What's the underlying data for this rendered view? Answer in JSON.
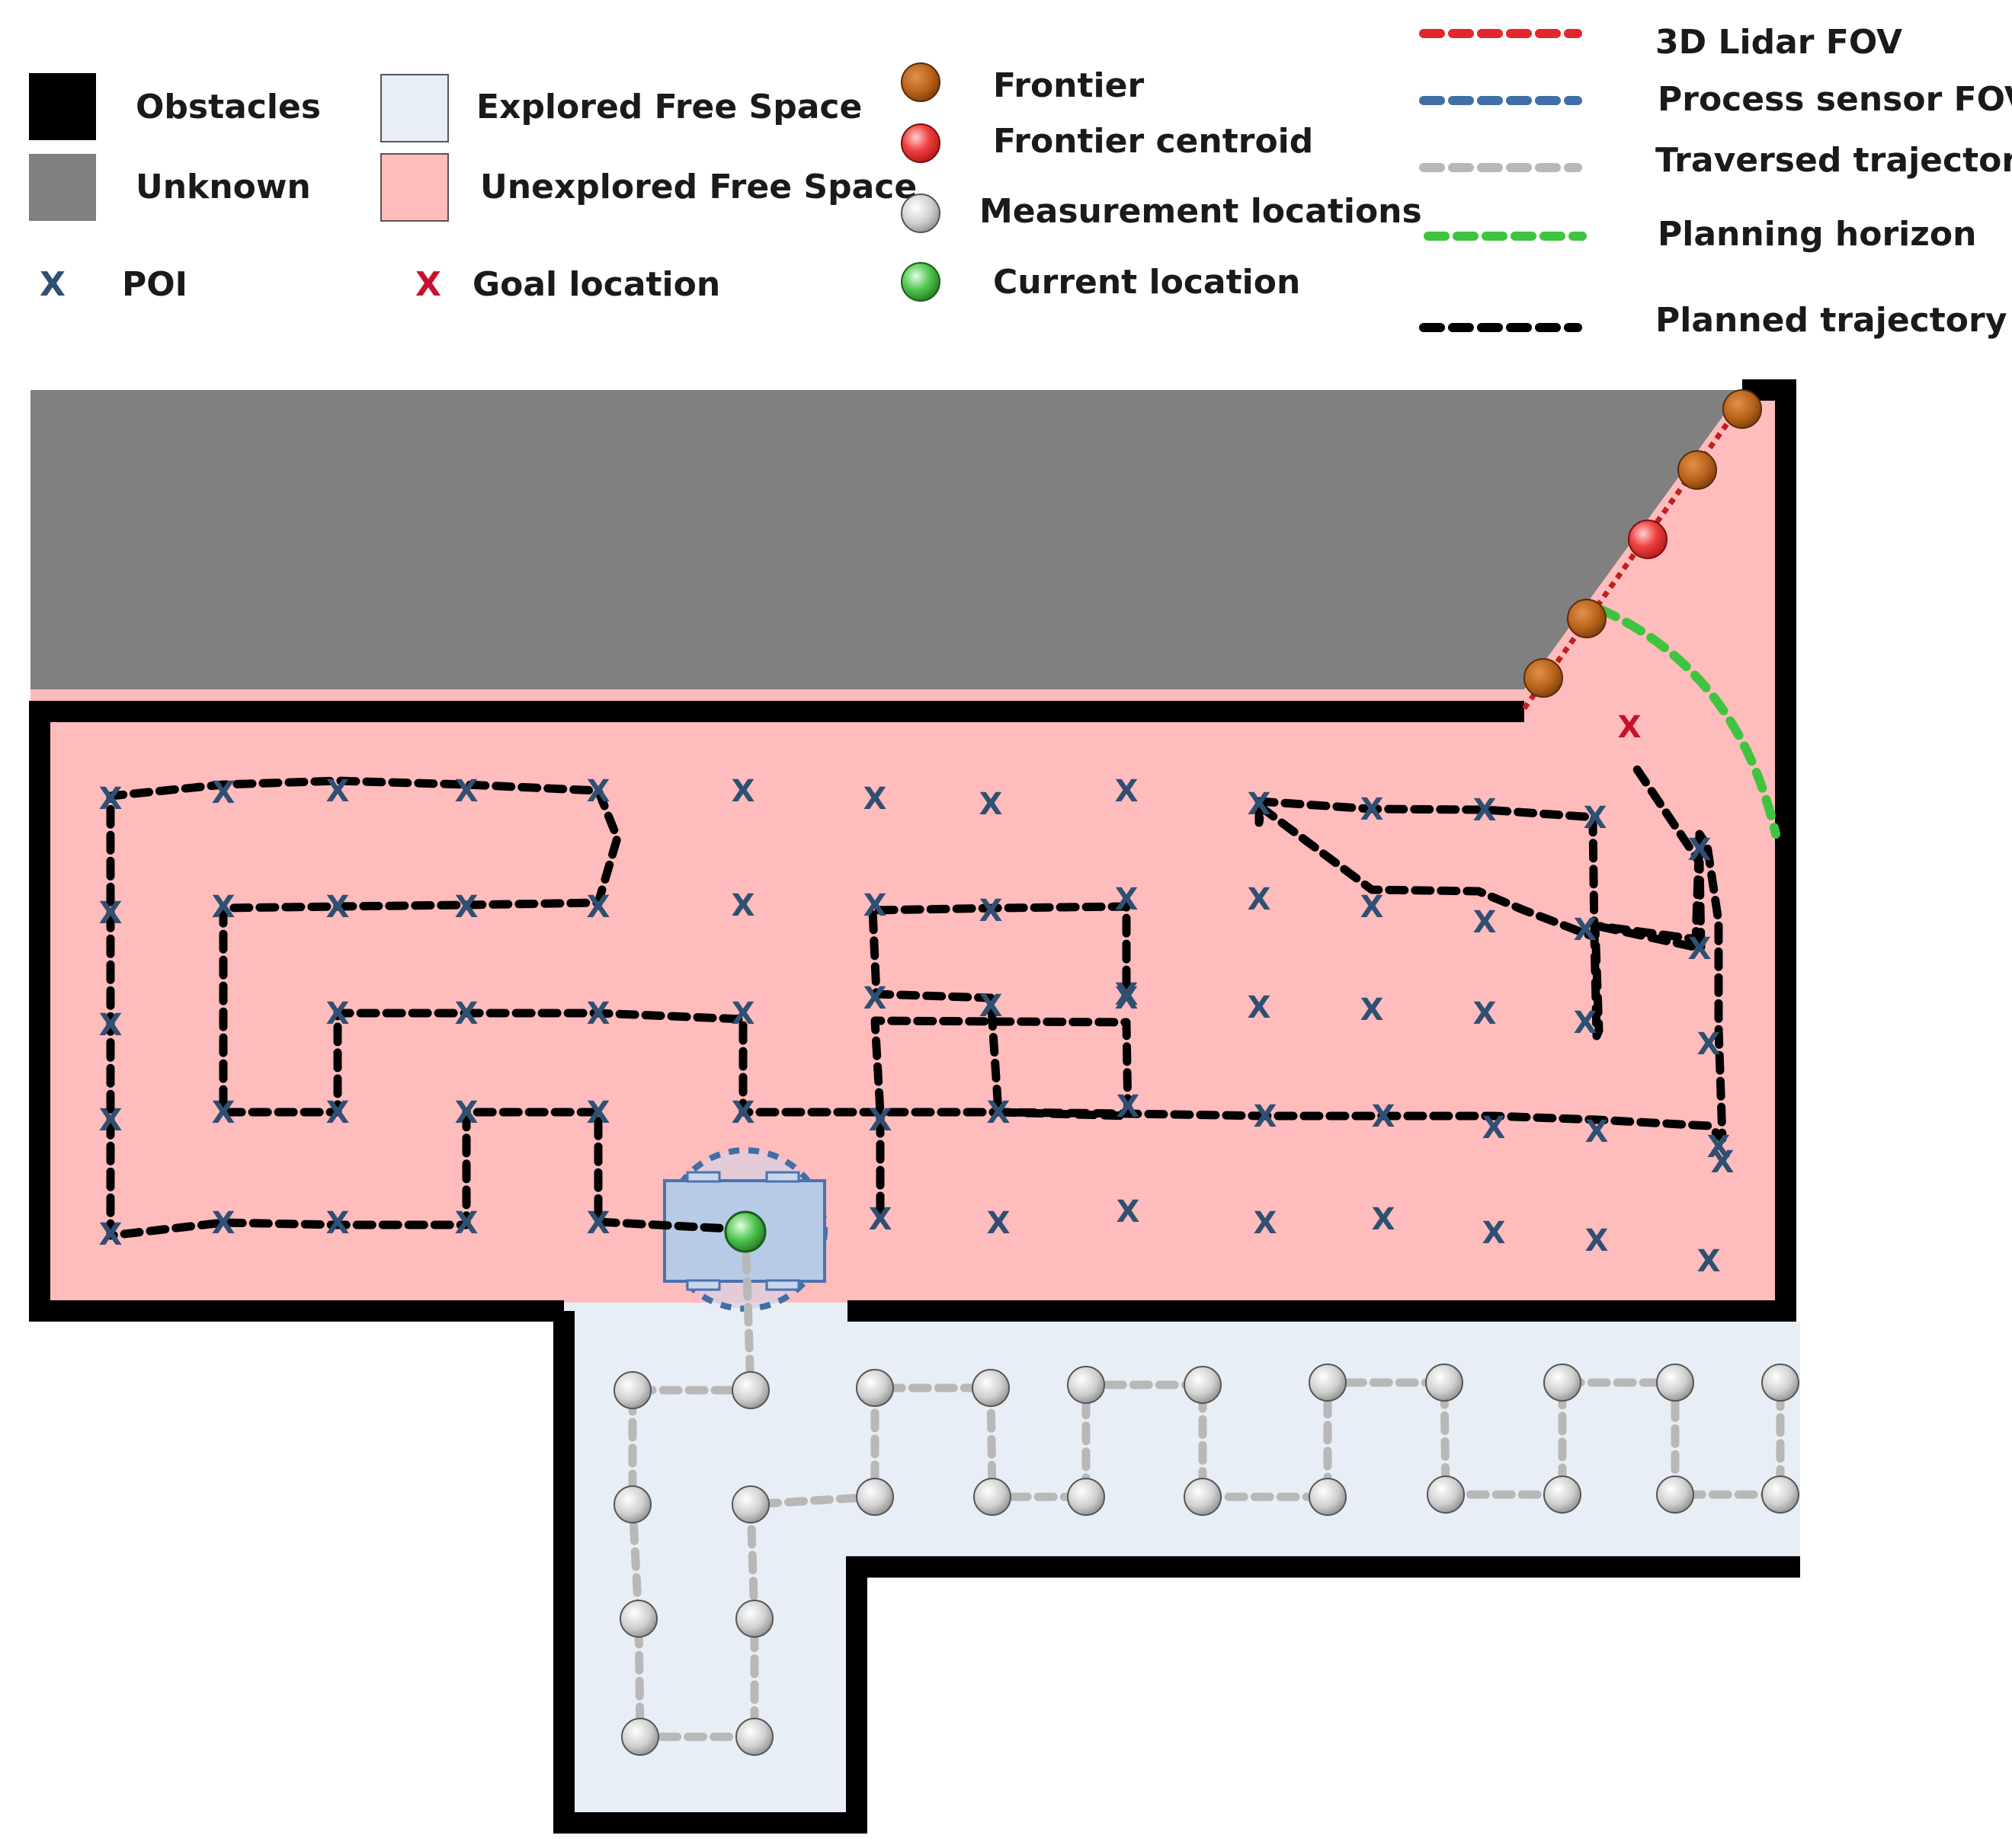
{
  "colors": {
    "obstacle": "#000000",
    "unknown": "#808080",
    "explored": "#e8eef6",
    "unexplored": "#ffbcbc",
    "poi": "#2f4f73",
    "goal": "#c8102e",
    "frontier": "#b8621b",
    "frontier_centroid": "#f04040",
    "measurement": "#cfcfcf",
    "current": "#4cc24c",
    "lidar_fov": "#e3262b",
    "process_fov": "#3f6fa6",
    "traversed": "#b8b8b8",
    "planning_horizon": "#3fc43f",
    "planned": "#000000",
    "robot_body": "#b7cbe6",
    "robot_edge": "#4a72b0"
  },
  "legend": {
    "obstacles": "Obstacles",
    "unknown": "Unknown",
    "explored": "Explored Free Space",
    "unexplored": "Unexplored Free Space",
    "poi_symbol": "X",
    "poi": "POI",
    "goal_symbol": "X",
    "goal": "Goal location",
    "frontier": "Frontier",
    "frontier_centroid": "Frontier centroid",
    "measurement": "Measurement locations",
    "current": "Current location",
    "lidar_fov": "3D Lidar FOV",
    "process_fov": "Process sensor FOV",
    "traversed": "Traversed trajectory",
    "planning_horizon": "Planning horizon",
    "planned": "Planned trajectory"
  },
  "map": {
    "poi_symbol": "X",
    "goal_symbol": "X"
  }
}
